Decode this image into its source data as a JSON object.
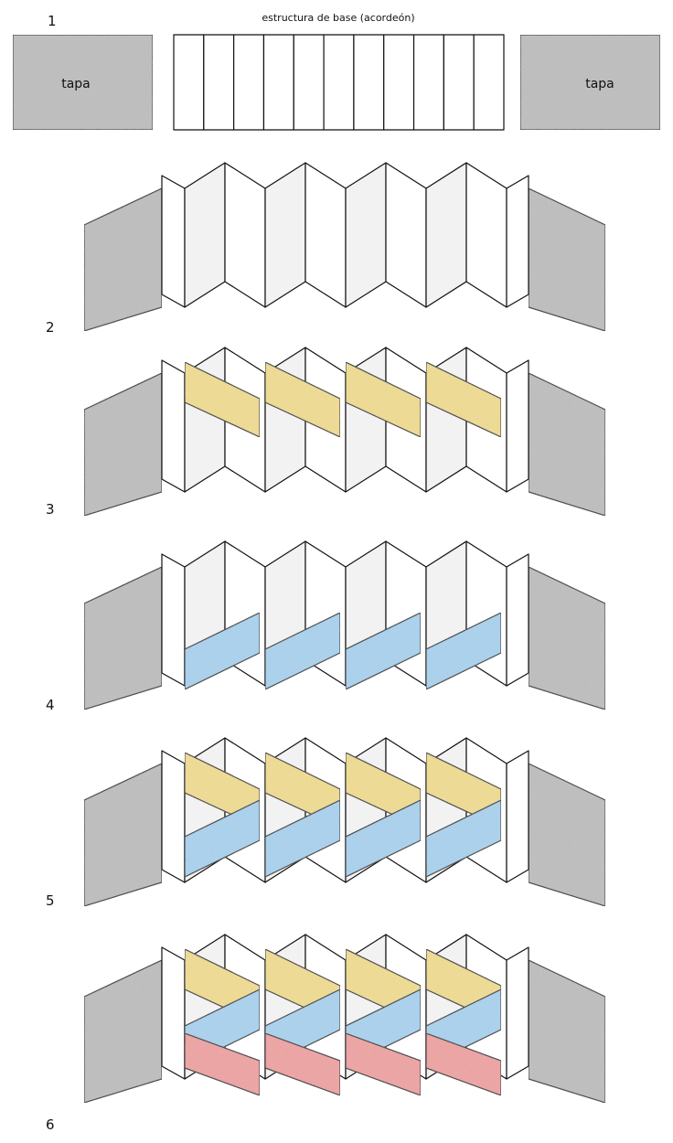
{
  "header": {
    "base_title": "estructura de base (acordeón)",
    "left_cover_label": "tapa",
    "right_cover_label": "tapa"
  },
  "steps": [
    {
      "number": "1",
      "flaps": []
    },
    {
      "number": "2",
      "flaps": []
    },
    {
      "number": "3",
      "flaps": [
        "yellow"
      ]
    },
    {
      "number": "4",
      "flaps": [
        "blue"
      ]
    },
    {
      "number": "5",
      "flaps": [
        "yellow",
        "blue"
      ]
    },
    {
      "number": "6",
      "flaps": [
        "yellow",
        "blue",
        "red"
      ]
    }
  ],
  "accordion": {
    "page_count": 11,
    "flaps_per_row": 4
  },
  "colors": {
    "cover": "#bfbfbf",
    "page": "#ffffff",
    "page_shade": "#f2f2f2",
    "stroke": "#111111",
    "yellow": "#f6e08c",
    "blue": "#a9d5f4",
    "red": "#f4a0a0"
  }
}
